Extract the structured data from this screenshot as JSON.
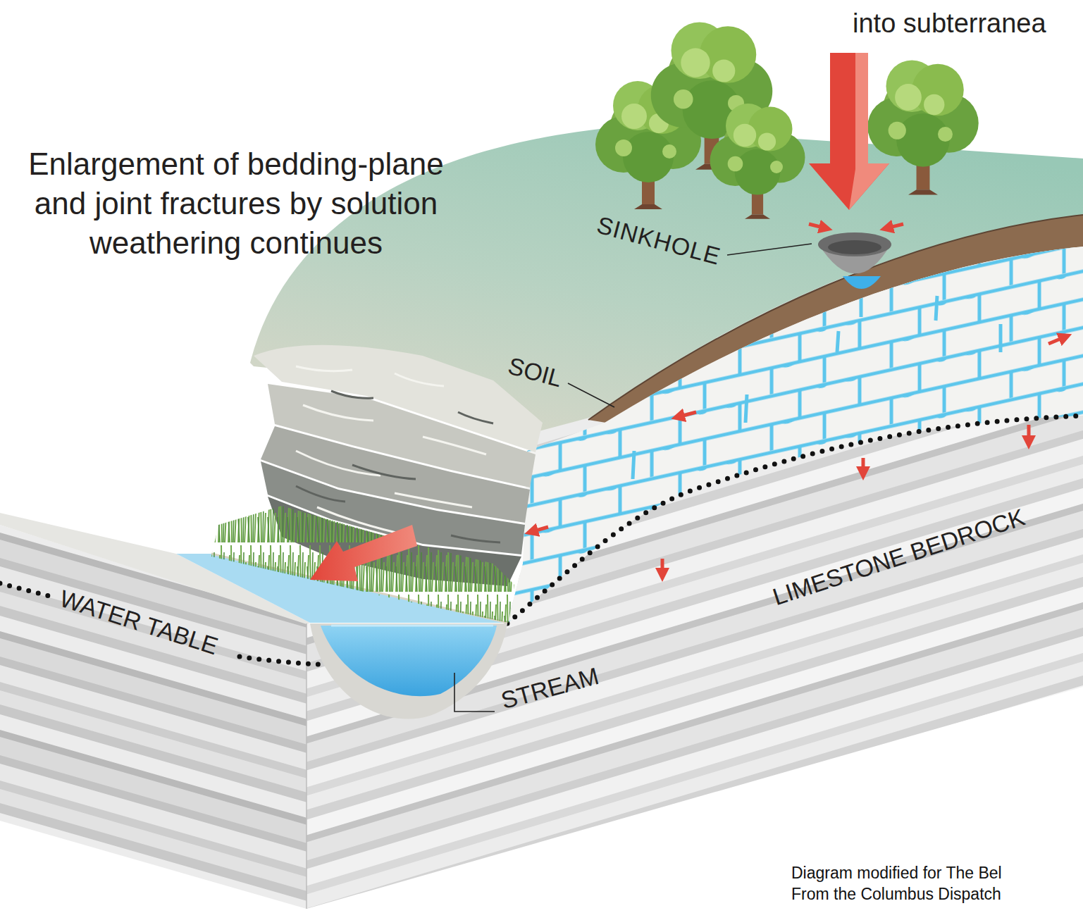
{
  "diagram": {
    "caption": "Diagram modified for The Bel From the Columbus Dispatch",
    "labels": [
      "into subterranea",
      "Enlargement of bedding-plane and joint fractures by solution weathering continues",
      "SINKHOLE",
      "SOIL",
      "LIMESTONE BEDROCK",
      "WATER TABLE",
      "STREAM"
    ]
  }
}
